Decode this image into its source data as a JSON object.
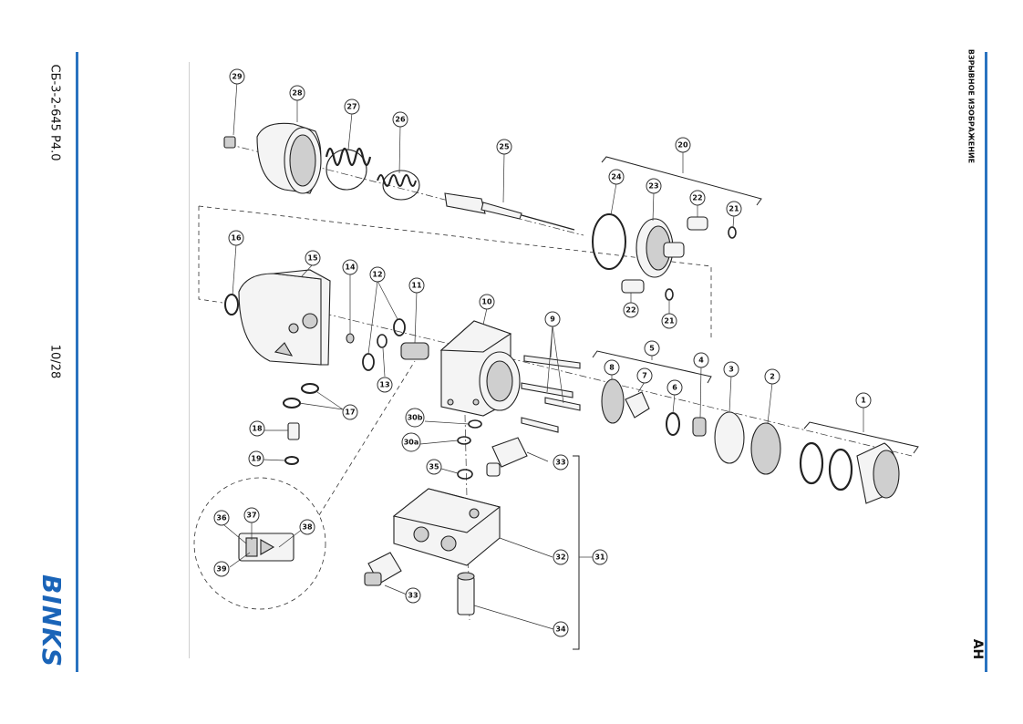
{
  "sidebar": {
    "document_code": "СБ-3-2-645 Р4.0",
    "page_number": "10/28",
    "brand": "BINKS"
  },
  "right_margin": {
    "section_title": "ВЗРЫВНОЕ ИЗОБРАЖЕНИЕ",
    "section_code": "AH"
  },
  "callouts": [
    "29",
    "28",
    "27",
    "26",
    "25",
    "20",
    "24",
    "23",
    "22",
    "21",
    "22",
    "21",
    "16",
    "15",
    "14",
    "12",
    "11",
    "10",
    "9",
    "5",
    "4",
    "3",
    "2",
    "1",
    "8",
    "7",
    "6",
    "13",
    "17",
    "18",
    "19",
    "30b",
    "30a",
    "35",
    "33",
    "33",
    "32",
    "31",
    "34",
    "36",
    "37",
    "38",
    "39"
  ],
  "colors": {
    "accent": "#2a73c0",
    "brand": "#1a64b8"
  }
}
